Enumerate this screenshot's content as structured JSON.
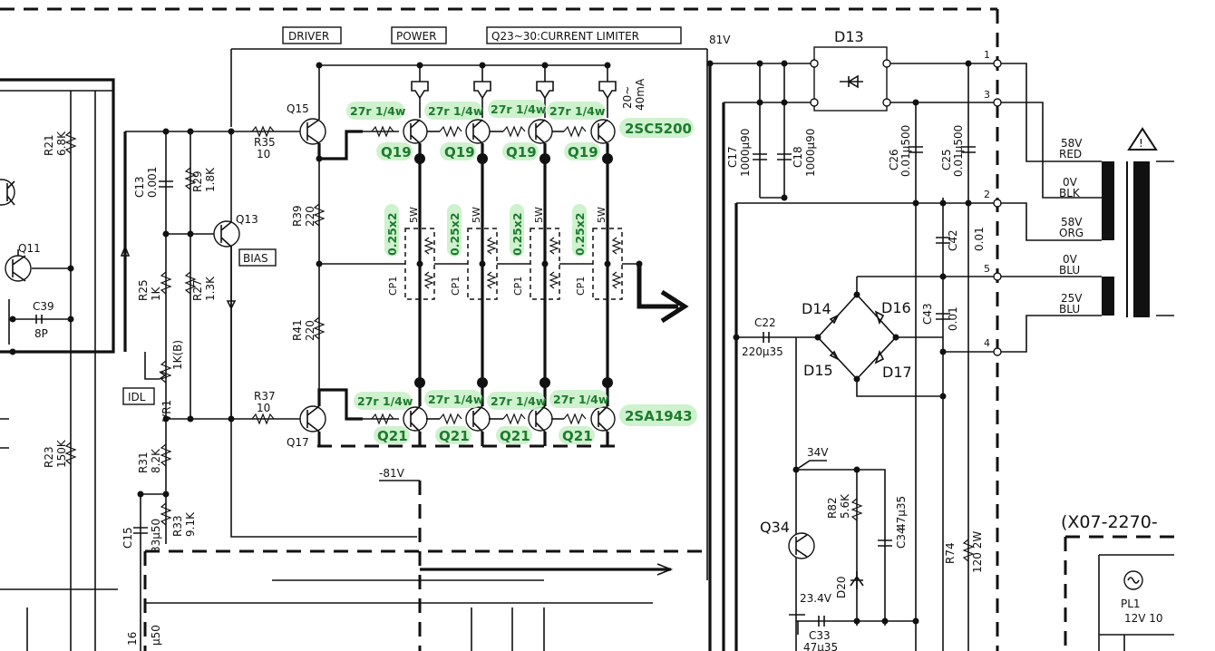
{
  "headers": {
    "driver": "DRIVER",
    "power": "POWER",
    "limiter": "Q23~30:CURRENT LIMITER"
  },
  "rails": {
    "pos": "81V",
    "neg": "-81V",
    "v34": "34V",
    "v23": "23.4V"
  },
  "transistors": {
    "q11": "Q11",
    "q13": "Q13",
    "q15": "Q15",
    "q17": "Q17",
    "q34": "Q34",
    "q19": [
      "Q19",
      "Q19",
      "Q19",
      "Q19"
    ],
    "q21": [
      "Q21",
      "Q21",
      "Q21",
      "Q21"
    ]
  },
  "annotations": {
    "upper_resistors": [
      "27r 1/4w",
      "27r 1/4w",
      "27r 1/4w",
      "27r 1/4w"
    ],
    "lower_resistors": [
      "27r 1/4w",
      "27r 1/4w",
      "27r 1/4w",
      "27r 1/4w"
    ],
    "npn_type": "2SC5200",
    "pnp_type": "2SA1943",
    "emitter_res": [
      "0.25x2",
      "0.25x2",
      "0.25x2",
      "0.25x2"
    ]
  },
  "labels": {
    "bias": "BIAS",
    "idl": "IDL",
    "vr1": "VR1",
    "vr1_val": "1K(B)",
    "cp1": "CP1",
    "watt5": "5W",
    "current": "20~",
    "current2": "40mA"
  },
  "resistors": {
    "r21": "R21",
    "r21_val": "6.8K",
    "r25": "R25",
    "r25_val": "1K",
    "r27": "R27",
    "r27_val": "1.3K",
    "r29": "R29",
    "r29_val": "1.8K",
    "r31": "R31",
    "r31_val": "8.2K",
    "r33": "R33",
    "r33_val": "9.1K",
    "r35": "R35",
    "r35_val": "10",
    "r37": "R37",
    "r37_val": "10",
    "r39": "R39",
    "r39_val": "220",
    "r41": "R41",
    "r41_val": "220",
    "r23": "R23",
    "r23_val": "150K",
    "r74": "R74",
    "r74_val": "120 2W",
    "r82": "R82",
    "r82_val": "5.6K"
  },
  "capacitors": {
    "c13": "C13",
    "c13_val": "0.001",
    "c15": "C15",
    "c15_val": "33μ50",
    "c39": "C39",
    "c39_val": "8P",
    "c17": "C17",
    "c17_val": "1000μ90",
    "c18": "C18",
    "c18_val": "1000μ90",
    "c26": "C26",
    "c26_val": "0.01μ500",
    "c25": "C25",
    "c25_val": "0.01μ500",
    "c42": "C42",
    "c42_val": "0.01",
    "c43": "C43",
    "c43_val": "0.01",
    "c22": "C22",
    "c22_val": "220μ35",
    "c34": "C34",
    "c34_val": "47μ35",
    "c33": "C33",
    "c33_val": "47μ35",
    "c16": "16",
    "c16_val": "μ50"
  },
  "diodes": {
    "d13": "D13",
    "d14": "D14",
    "d15": "D15",
    "d16": "D16",
    "d17": "D17",
    "d20": "D20"
  },
  "transformer": {
    "taps": [
      "58V",
      "RED",
      "0V",
      "BLK",
      "58V",
      "ORG",
      "0V",
      "BLU",
      "25V",
      "BLU"
    ],
    "pins": [
      "1",
      "3",
      "2",
      "5",
      "4"
    ]
  },
  "misc": {
    "part_no": "(X07-2270-",
    "pl1": "PL1",
    "pl1_val": "12V 10",
    "warn": "!"
  }
}
